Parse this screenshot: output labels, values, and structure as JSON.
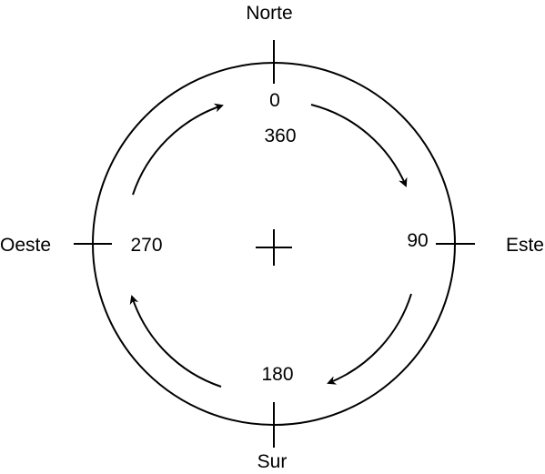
{
  "compass": {
    "directions": {
      "north": "Norte",
      "east": "Este",
      "south": "Sur",
      "west": "Oeste"
    },
    "degrees": {
      "north_start": "0",
      "north_end": "360",
      "east": "90",
      "south": "180",
      "west": "270"
    },
    "rotation": "clockwise",
    "colors": {
      "stroke": "#000000",
      "background": "#ffffff"
    }
  }
}
